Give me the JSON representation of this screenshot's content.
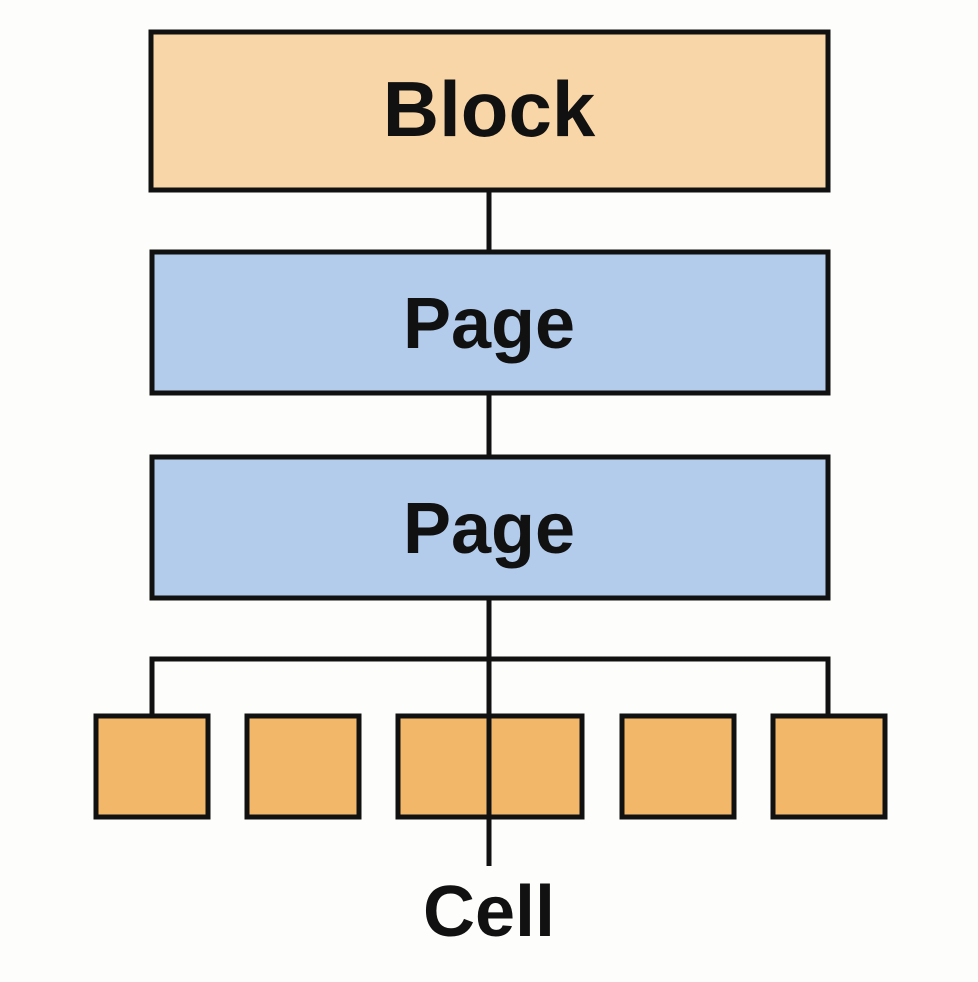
{
  "diagram": {
    "block": {
      "label": "Block",
      "fill": "#f9d6a8"
    },
    "pages": [
      {
        "label": "Page",
        "fill": "#b3ccec"
      },
      {
        "label": "Page",
        "fill": "#b3ccec"
      }
    ],
    "cells": {
      "count": 5,
      "fill": "#f3b76a",
      "label": "Cell"
    },
    "stroke_color": "#111111"
  }
}
